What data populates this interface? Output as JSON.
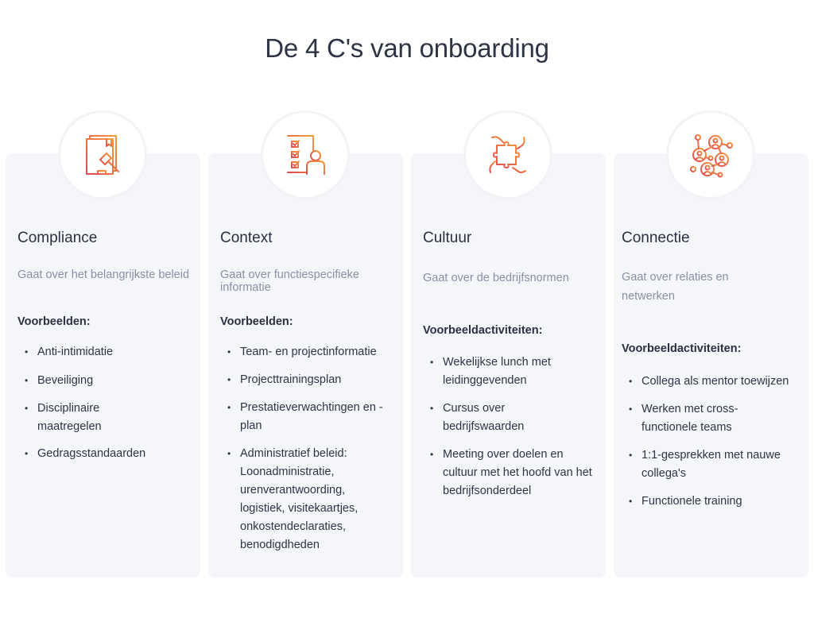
{
  "title": "De 4 C's van onboarding",
  "colors": {
    "background": "#ffffff",
    "card_background": "#f4f6fa",
    "title_text": "#2e3443",
    "description_text": "#8a90a3",
    "icon_gradient_start": "#e2494f",
    "icon_gradient_end": "#f59a3a"
  },
  "cards": [
    {
      "icon": "document-gavel-icon",
      "title": "Compliance",
      "description": "Gaat over het belangrijkste beleid",
      "examples_label": "Voorbeelden:",
      "examples": [
        "Anti-intimidatie",
        "Beveiliging",
        "Disciplinaire maatregelen",
        "Gedragsstandaarden"
      ]
    },
    {
      "icon": "checklist-person-icon",
      "title": "Context",
      "description": "Gaat over functiespecifieke informatie",
      "examples_label": "Voorbeelden:",
      "examples": [
        "Team- en projectinformatie",
        "Projecttrainingsplan",
        "Prestatieverwachtingen en -plan",
        "Administratief beleid: Loonadministratie, urenverantwoording, logistiek, visitekaartjes, onkostendeclaraties, benodigdheden"
      ]
    },
    {
      "icon": "puzzle-hands-icon",
      "title": "Cultuur",
      "description": "Gaat over de bedrijfsnormen",
      "examples_label": "Voorbeeldactiviteiten:",
      "examples": [
        "Wekelijkse lunch met leidinggevenden",
        "Cursus over bedrijfswaarden",
        "Meeting over doelen en cultuur met het hoofd van het bedrijfsonderdeel"
      ]
    },
    {
      "icon": "network-people-icon",
      "title": "Connectie",
      "description": "Gaat over relaties en netwerken",
      "examples_label": "Voorbeeldactiviteiten:",
      "examples": [
        "Collega als mentor toewijzen",
        "Werken met cross-functionele teams",
        "1:1-gesprekken met nauwe collega's",
        "Functionele training"
      ]
    }
  ]
}
